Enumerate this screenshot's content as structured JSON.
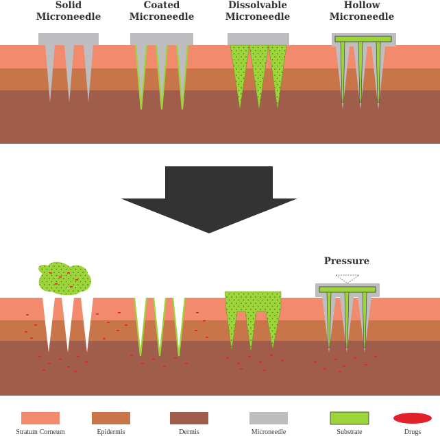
{
  "types": [
    {
      "line1": "Solid",
      "line2": "Microneedle"
    },
    {
      "line1": "Coated",
      "line2": "Microneedle"
    },
    {
      "line1": "Dissolvable",
      "line2": "Microneedle"
    },
    {
      "line1": "Hollow",
      "line2": "Microneedle"
    }
  ],
  "pressure_label": "Pressure",
  "legend": [
    {
      "label": "Stratum Corneum",
      "color": "#f28a6e"
    },
    {
      "label": "Epidermis",
      "color": "#c8754a"
    },
    {
      "label": "Dermis",
      "color": "#a15d4c"
    },
    {
      "label": "Microneedle",
      "color": "#bebec0"
    },
    {
      "label": "Substrate",
      "color": "#9cd43a"
    },
    {
      "label": "Drugs",
      "color": "#e2212a"
    }
  ]
}
